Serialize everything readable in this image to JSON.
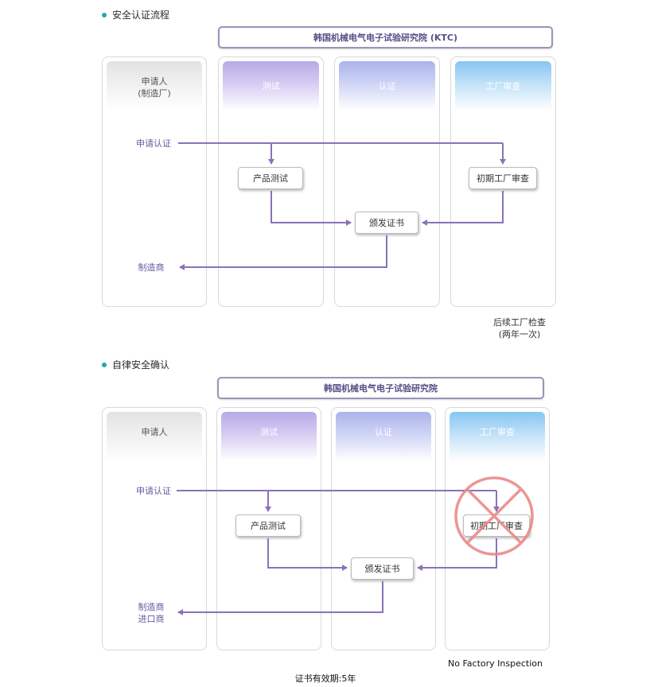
{
  "section1": {
    "title": "安全认证流程",
    "banner": "韩国机械电气电子试验研究院 (KTC)",
    "columns": {
      "applicant": "申请人",
      "applicant_sub": "(制造厂)",
      "test": "测试",
      "cert": "认证",
      "factory": "工厂审查"
    },
    "label_apply": "申请认证",
    "label_maker": "制造商",
    "box_product_test": "产品测试",
    "box_initial_audit": "初期工厂审查",
    "box_issue_cert": "颁发证书",
    "note_line1": "后续工厂检查",
    "note_line2": "(两年一次)"
  },
  "section2": {
    "title": "自律安全确认",
    "banner": "韩国机械电气电子试验研究院",
    "columns": {
      "applicant": "申请人",
      "test": "测试",
      "cert": "认证",
      "factory": "工厂审查"
    },
    "label_apply": "申请认证",
    "label_maker_line1": "制造商",
    "label_maker_line2": "进口商",
    "box_product_test": "产品测试",
    "box_initial_audit": "初期工厂审查",
    "box_issue_cert": "颁发证书",
    "note_no_inspection": "No Factory Inspection",
    "note_validity": "证书有效期:5年"
  },
  "colors": {
    "arrow": "#8a72b8",
    "cross": "#e98a8a",
    "accent_dot": "#2aa6a6"
  }
}
